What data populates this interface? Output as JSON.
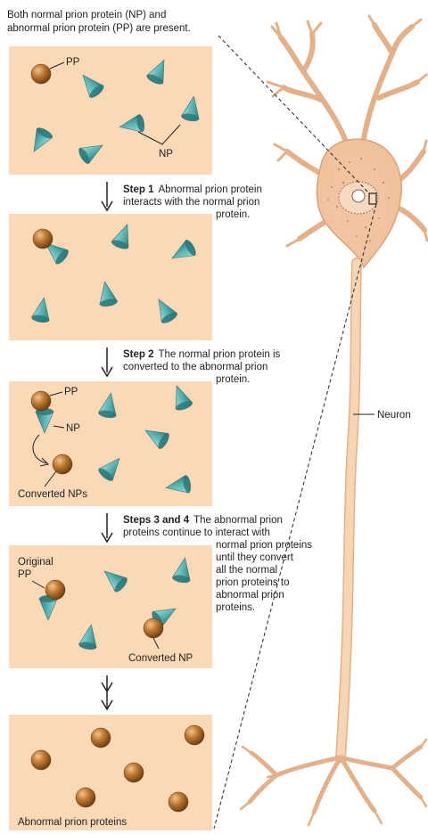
{
  "header": {
    "line1": "Both normal prion protein (NP) and",
    "line2": "abnormal prion protein (PP) are present."
  },
  "panel1": {
    "pp_label": "PP",
    "np_label": "NP"
  },
  "step1": {
    "title": "Step 1",
    "line1": "Abnormal prion protein",
    "line2": "interacts with the normal prion",
    "line3": "protein."
  },
  "step2": {
    "title": "Step 2",
    "line1": "The normal prion protein is",
    "line2": "converted to the abnormal prion",
    "line3": "protein."
  },
  "panel3": {
    "pp_label": "PP",
    "np_label": "NP",
    "converted_label": "Converted NPs"
  },
  "step34": {
    "title": "Steps 3 and 4",
    "line1": "The abnormal prion",
    "line2": "proteins continue to interact with",
    "line3": "normal prion proteins",
    "line4": "until they convert",
    "line5": "all the normal",
    "line6": "prion proteins to",
    "line7": "abnormal prion",
    "line8": "proteins."
  },
  "panel4": {
    "original_line1": "Original",
    "original_line2": "PP",
    "converted_label": "Converted NP"
  },
  "panel5": {
    "label": "Abnormal prion proteins"
  },
  "neuron": {
    "label": "Neuron"
  },
  "colors": {
    "panel": "#fbd8b6",
    "neuron": "#f8d5b2",
    "cone": "#5bb1b1",
    "sphere": "#b8732c"
  }
}
